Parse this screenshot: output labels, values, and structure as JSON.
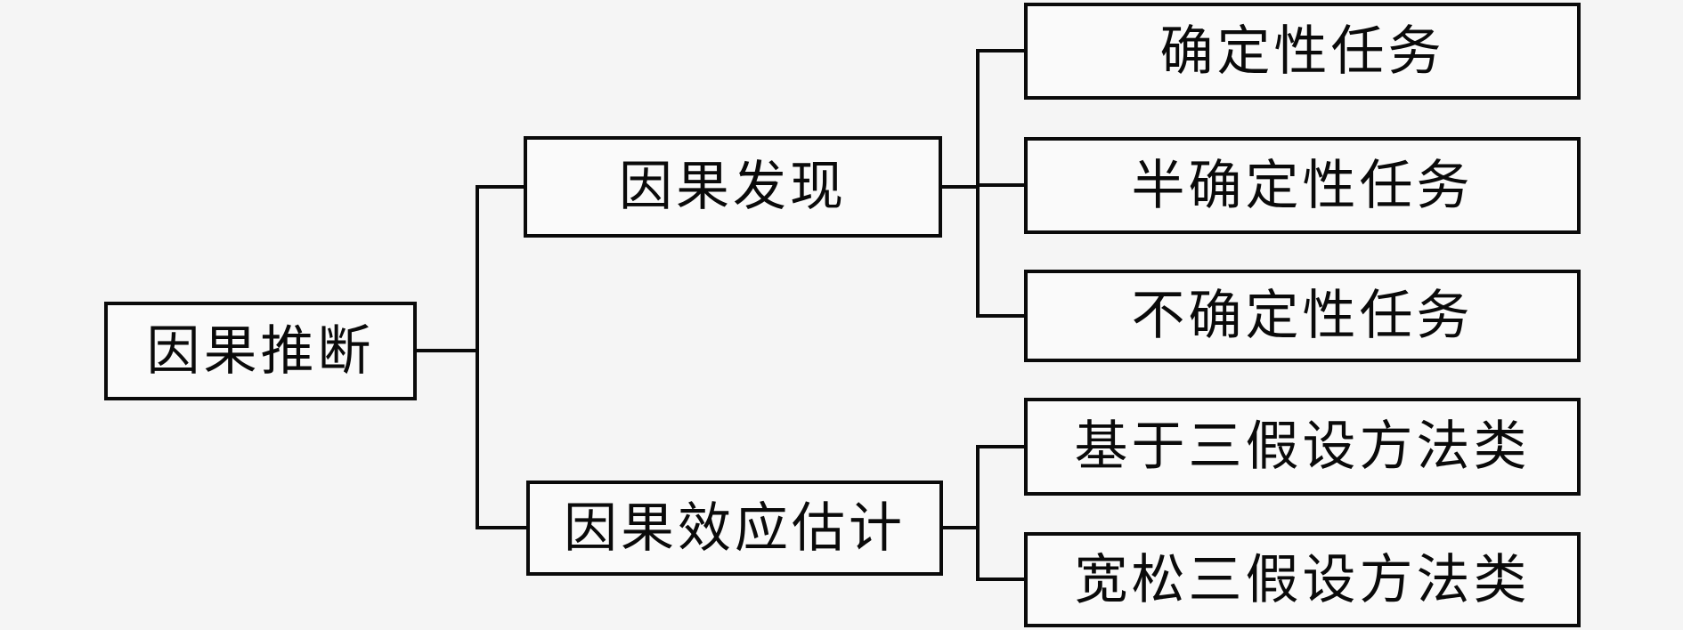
{
  "diagram": {
    "type": "tree",
    "direction": "left-to-right",
    "root": {
      "label": "因果推断"
    },
    "branches": [
      {
        "label": "因果发现",
        "children": [
          {
            "label": "确定性任务"
          },
          {
            "label": "半确定性任务"
          },
          {
            "label": "不确定性任务"
          }
        ]
      },
      {
        "label": "因果效应估计",
        "children": [
          {
            "label": "基于三假设方法类"
          },
          {
            "label": "宽松三假设方法类"
          }
        ]
      }
    ],
    "colors": {
      "background": "#f5f5f5",
      "box_fill": "#fafafa",
      "line": "#0a0a0a",
      "text": "#0a0a0a"
    }
  }
}
